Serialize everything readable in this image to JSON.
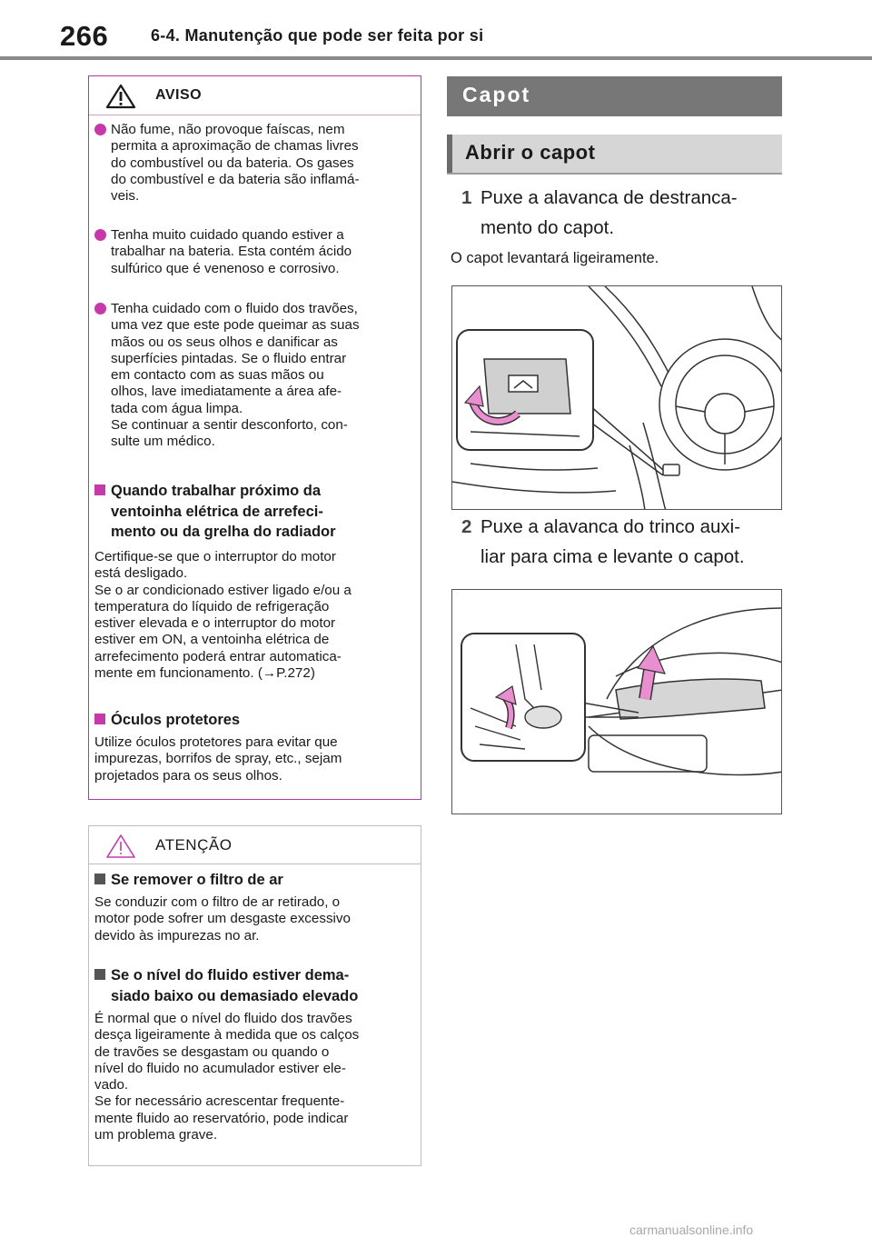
{
  "header": {
    "page_number": "266",
    "section_title": "6-4. Manutenção que pode ser feita por si"
  },
  "warning_box": {
    "title": "AVISO",
    "icon": "warning-triangle-icon",
    "accent_color": "#c53aa8",
    "bullets": [
      "Não fume, não provoque faíscas, nem\npermita a aproximação de chamas livres\ndo combustível ou da bateria. Os gases\ndo combustível e da bateria são inflamá-\nveis.",
      "Tenha muito cuidado quando estiver a\ntrabalhar na bateria. Esta contém ácido\nsulfúrico que é venenoso e corrosivo.",
      "Tenha cuidado com o fluido dos travões,\numa vez que este pode queimar as suas\nmãos ou os seus olhos e danificar as\nsuperfícies pintadas. Se o fluido entrar\nem contacto com as suas mãos ou\nolhos, lave imediatamente a área afe-\ntada com água limpa.\nSe continuar a sentir desconforto, con-\nsulte um médico."
    ],
    "fan_heading": "Quando trabalhar próximo da\nventoinha elétrica de arrefeci-\nmento ou da grelha do radiador",
    "fan_text": "Certifique-se que o interruptor do motor\nestá desligado.\nSe o ar condicionado estiver ligado e/ou a\ntemperatura do líquido de refrigeração\nestiver elevada e o interruptor do motor\nestiver em ON, a ventoinha elétrica de\narrefecimento poderá entrar automatica-\nmente em funcionamento. (",
    "fan_ref_arrow": "→",
    "fan_ref": "P.272",
    "fan_ref_close": ")",
    "goggles_heading": "Óculos protetores",
    "goggles_text": "Utilize óculos protetores para evitar que\nimpurezas, borrifos de spray, etc., sejam\nprojetados para os seus olhos."
  },
  "caution_box": {
    "title": "ATENÇÃO",
    "icon": "caution-triangle-icon",
    "filter_heading": "Se remover o filtro de ar",
    "filter_text": "Se conduzir com o filtro de ar retirado, o\nmotor pode sofrer um desgaste excessivo\ndevido às impurezas no ar.",
    "fluid_heading": "Se o nível do fluido estiver dema-\nsiado baixo ou demasiado elevado",
    "fluid_text": "É normal que o nível do fluido dos travões\ndesça ligeiramente à medida que os calços\nde travões se desgastam ou quando o\nnível do fluido no acumulador estiver ele-\nvado.\nSe for necessário acrescentar frequente-\nmente fluido ao reservatório, pode indicar\num problema grave."
  },
  "right_column": {
    "section_bar": "Capot",
    "subsection_bar": "Abrir o capot",
    "step1_number": "1",
    "step1_text": "Puxe a alavanca de destranca-\nmento do capot.",
    "step1_note": "O capot levantará ligeiramente.",
    "step2_number": "2",
    "step2_text": "Puxe a alavanca do trinco auxi-\nliar para cima e levante o capot."
  },
  "watermark": "carmanualsonline.info"
}
